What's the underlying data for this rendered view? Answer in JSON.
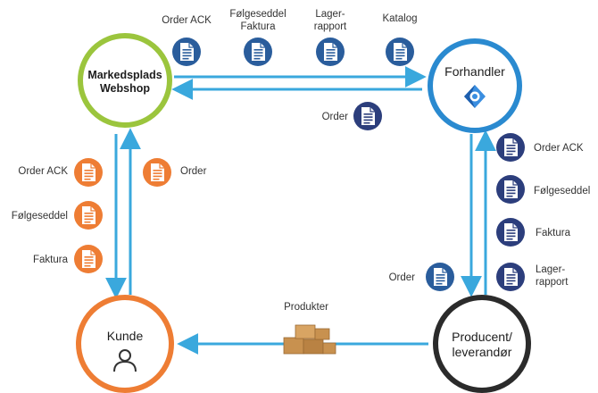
{
  "colors": {
    "arrow": "#3aa8dd",
    "green": "#9bc53d",
    "blue": "#2a8ad0",
    "orange": "#ee7d34",
    "navy": "#2c3e7c",
    "teal": "#3a8ee0",
    "dark": "#2b2b2b",
    "box": "#c8914f"
  },
  "nodes": {
    "marketplace": {
      "line1": "Markedsplads",
      "line2": "Webshop"
    },
    "dealer": {
      "label": "Forhandler",
      "icon": "dynamics-logo-icon"
    },
    "customer": {
      "label": "Kunde",
      "icon": "person-icon"
    },
    "producer": {
      "line1": "Producent/",
      "line2": "leverandør"
    }
  },
  "top_docs": {
    "order_ack": "Order ACK",
    "delivery_invoice_1": "Følgeseddel",
    "delivery_invoice_2": "Faktura",
    "stock_report_1": "Lager-",
    "stock_report_2": "rapport",
    "catalog": "Katalog"
  },
  "middle_order": "Order",
  "left_docs": {
    "order_ack": "Order ACK",
    "delivery_note": "Følgeseddel",
    "invoice": "Faktura",
    "order": "Order"
  },
  "right_docs": {
    "order_ack": "Order ACK",
    "delivery_note": "Følgeseddel",
    "invoice": "Faktura",
    "stock_report_1": "Lager-",
    "stock_report_2": "rapport",
    "order": "Order"
  },
  "products": {
    "label": "Produkter",
    "icon": "boxes-icon"
  }
}
